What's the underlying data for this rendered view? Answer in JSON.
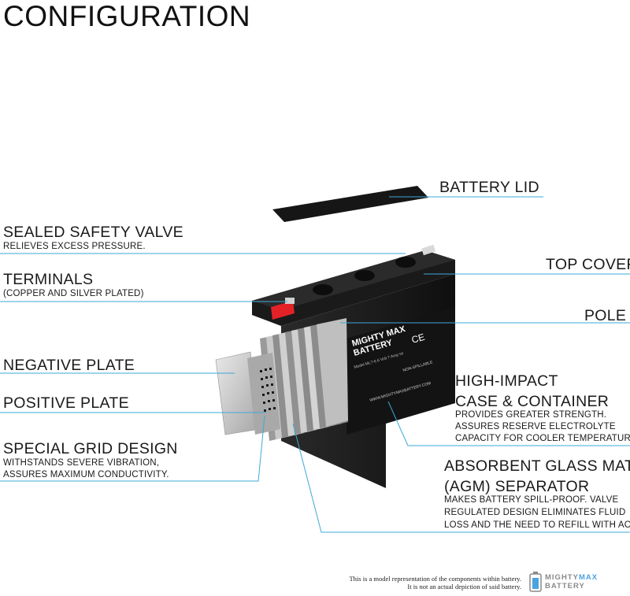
{
  "title": "CONFIGURATION",
  "labels": {
    "battery_lid": "BATTERY LID",
    "sealed_valve": "SEALED SAFETY VALVE",
    "sealed_valve_sub": "RELIEVES EXCESS PRESSURE.",
    "top_cover": "TOP COVER",
    "terminals": "TERMINALS",
    "terminals_sub": "(COPPER AND SILVER PLATED)",
    "pole": "POLE",
    "negative_plate": "NEGATIVE PLATE",
    "positive_plate": "POSITIVE PLATE",
    "high_impact_1": "HIGH-IMPACT",
    "high_impact_2": "CASE & CONTAINER",
    "high_impact_sub_1": "PROVIDES GREATER STRENGTH.",
    "high_impact_sub_2": "ASSURES RESERVE ELECTROLYTE",
    "high_impact_sub_3": "CAPACITY FOR COOLER TEMPERATURES.",
    "grid_design": "SPECIAL GRID DESIGN",
    "grid_sub_1": "WITHSTANDS SEVERE VIBRATION,",
    "grid_sub_2": "ASSURES MAXIMUM CONDUCTIVITY.",
    "agm_1": "ABSORBENT GLASS MAT",
    "agm_2": "(AGM) SEPARATOR",
    "agm_sub_1": "MAKES BATTERY SPILL-PROOF. VALVE",
    "agm_sub_2": "REGULATED DESIGN ELIMINATES FLUID",
    "agm_sub_3": "LOSS AND THE NEED TO REFILL WITH ACID."
  },
  "disclaimer": {
    "line1": "This is a model representation of the components within battery.",
    "line2": "It is not an actual depiction of said battery."
  },
  "brand": {
    "line1_a": "MIGHTY",
    "line1_b": "MAX",
    "line2": "BATTERY"
  },
  "battery_print": {
    "brand_1": "MIGHTY MAX",
    "brand_2": "BATTERY",
    "spec": "Model ML7-6  6 Volt 7 Amp Hr",
    "non_spillable": "NON-SPILLABLE",
    "website": "WWW.MIGHTYMAXBATTERY.COM"
  },
  "colors": {
    "leader_line": "#3ea8d8",
    "battery_body": "#1c1c1c",
    "terminal_red": "#e32228",
    "plate_gray": "#bdbdbd",
    "brand_blue": "#4aa3df"
  }
}
